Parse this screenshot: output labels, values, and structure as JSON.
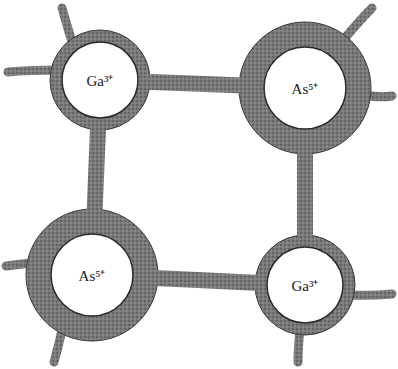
{
  "diagram": {
    "nodes": [
      {
        "text": [
          "Ga³⁺"
        ]
      },
      {
        "text": [
          "As⁵⁺"
        ]
      },
      {
        "text": [
          "As⁵⁺"
        ]
      },
      {
        "text": [
          "Ga³⁺"
        ]
      }
    ],
    "edges": [
      {
        "from": 0,
        "to": 1,
        "arrow": "none"
      },
      {
        "from": 0,
        "to": 2,
        "arrow": "none"
      },
      {
        "from": 2,
        "to": 3,
        "arrow": "none"
      },
      {
        "from": 1,
        "to": 3,
        "arrow": "none"
      }
    ]
  }
}
